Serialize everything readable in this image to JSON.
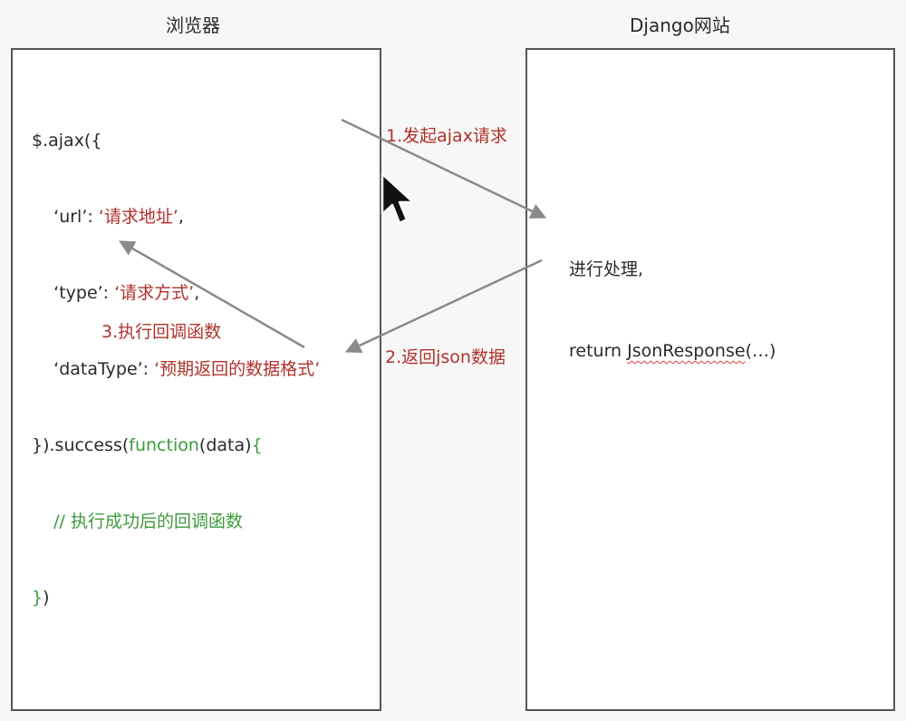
{
  "panels": {
    "browser": {
      "title": "浏览器"
    },
    "server": {
      "title": "Django网站"
    }
  },
  "code": {
    "line1": "$.ajax({",
    "line2_key": "    ‘url’: ",
    "line2_val": "‘请求地址’",
    "line2_tail": ",",
    "line3_key": "    ‘type’: ",
    "line3_val": "‘请求方式’",
    "line3_tail": ",",
    "line4_key": "    ‘dataType’: ",
    "line4_val": "‘预期返回的数据格式’",
    "line5_pre": "}).success(",
    "line5_fn": "function",
    "line5_args": "(data)",
    "line5_brace": "{",
    "line6": "    // 执行成功后的回调函数",
    "line7_brace": "}",
    "line7_tail": ")"
  },
  "server": {
    "line1": "进行处理,",
    "line2_pre": "return ",
    "line2_call": "JsonResponse",
    "line2_tail": "(…)"
  },
  "steps": {
    "step1": "1.发起ajax请求",
    "step2": "2.返回json数据",
    "step3": "3.执行回调函数"
  },
  "colors": {
    "string": "#b0322c",
    "comment": "#3f9a3d",
    "arrow": "#8a8a8a"
  }
}
